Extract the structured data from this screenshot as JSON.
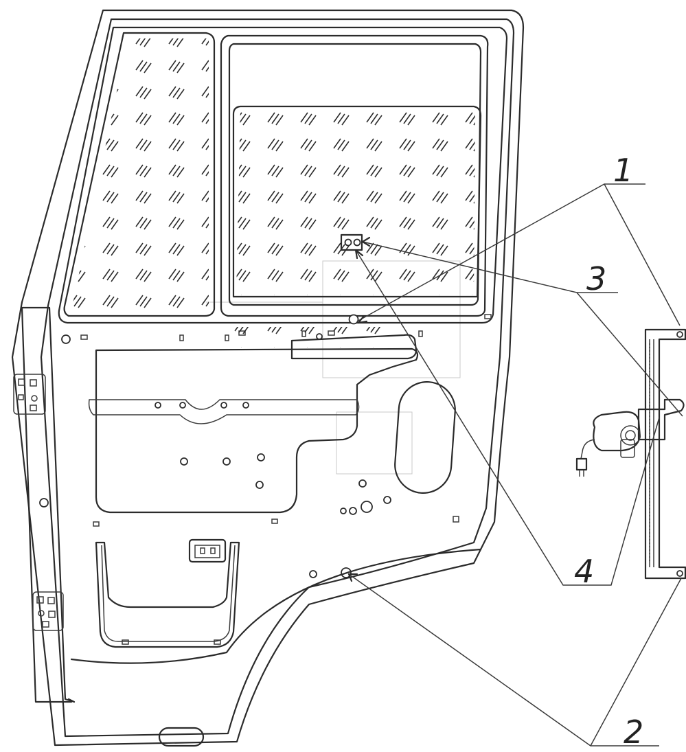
{
  "diagram": {
    "callouts": [
      {
        "id": "1",
        "label": "1"
      },
      {
        "id": "2",
        "label": "2"
      },
      {
        "id": "3",
        "label": "3"
      },
      {
        "id": "4",
        "label": "4"
      }
    ]
  },
  "colors": {
    "line": "#2b2b2b",
    "background": "#ffffff"
  }
}
